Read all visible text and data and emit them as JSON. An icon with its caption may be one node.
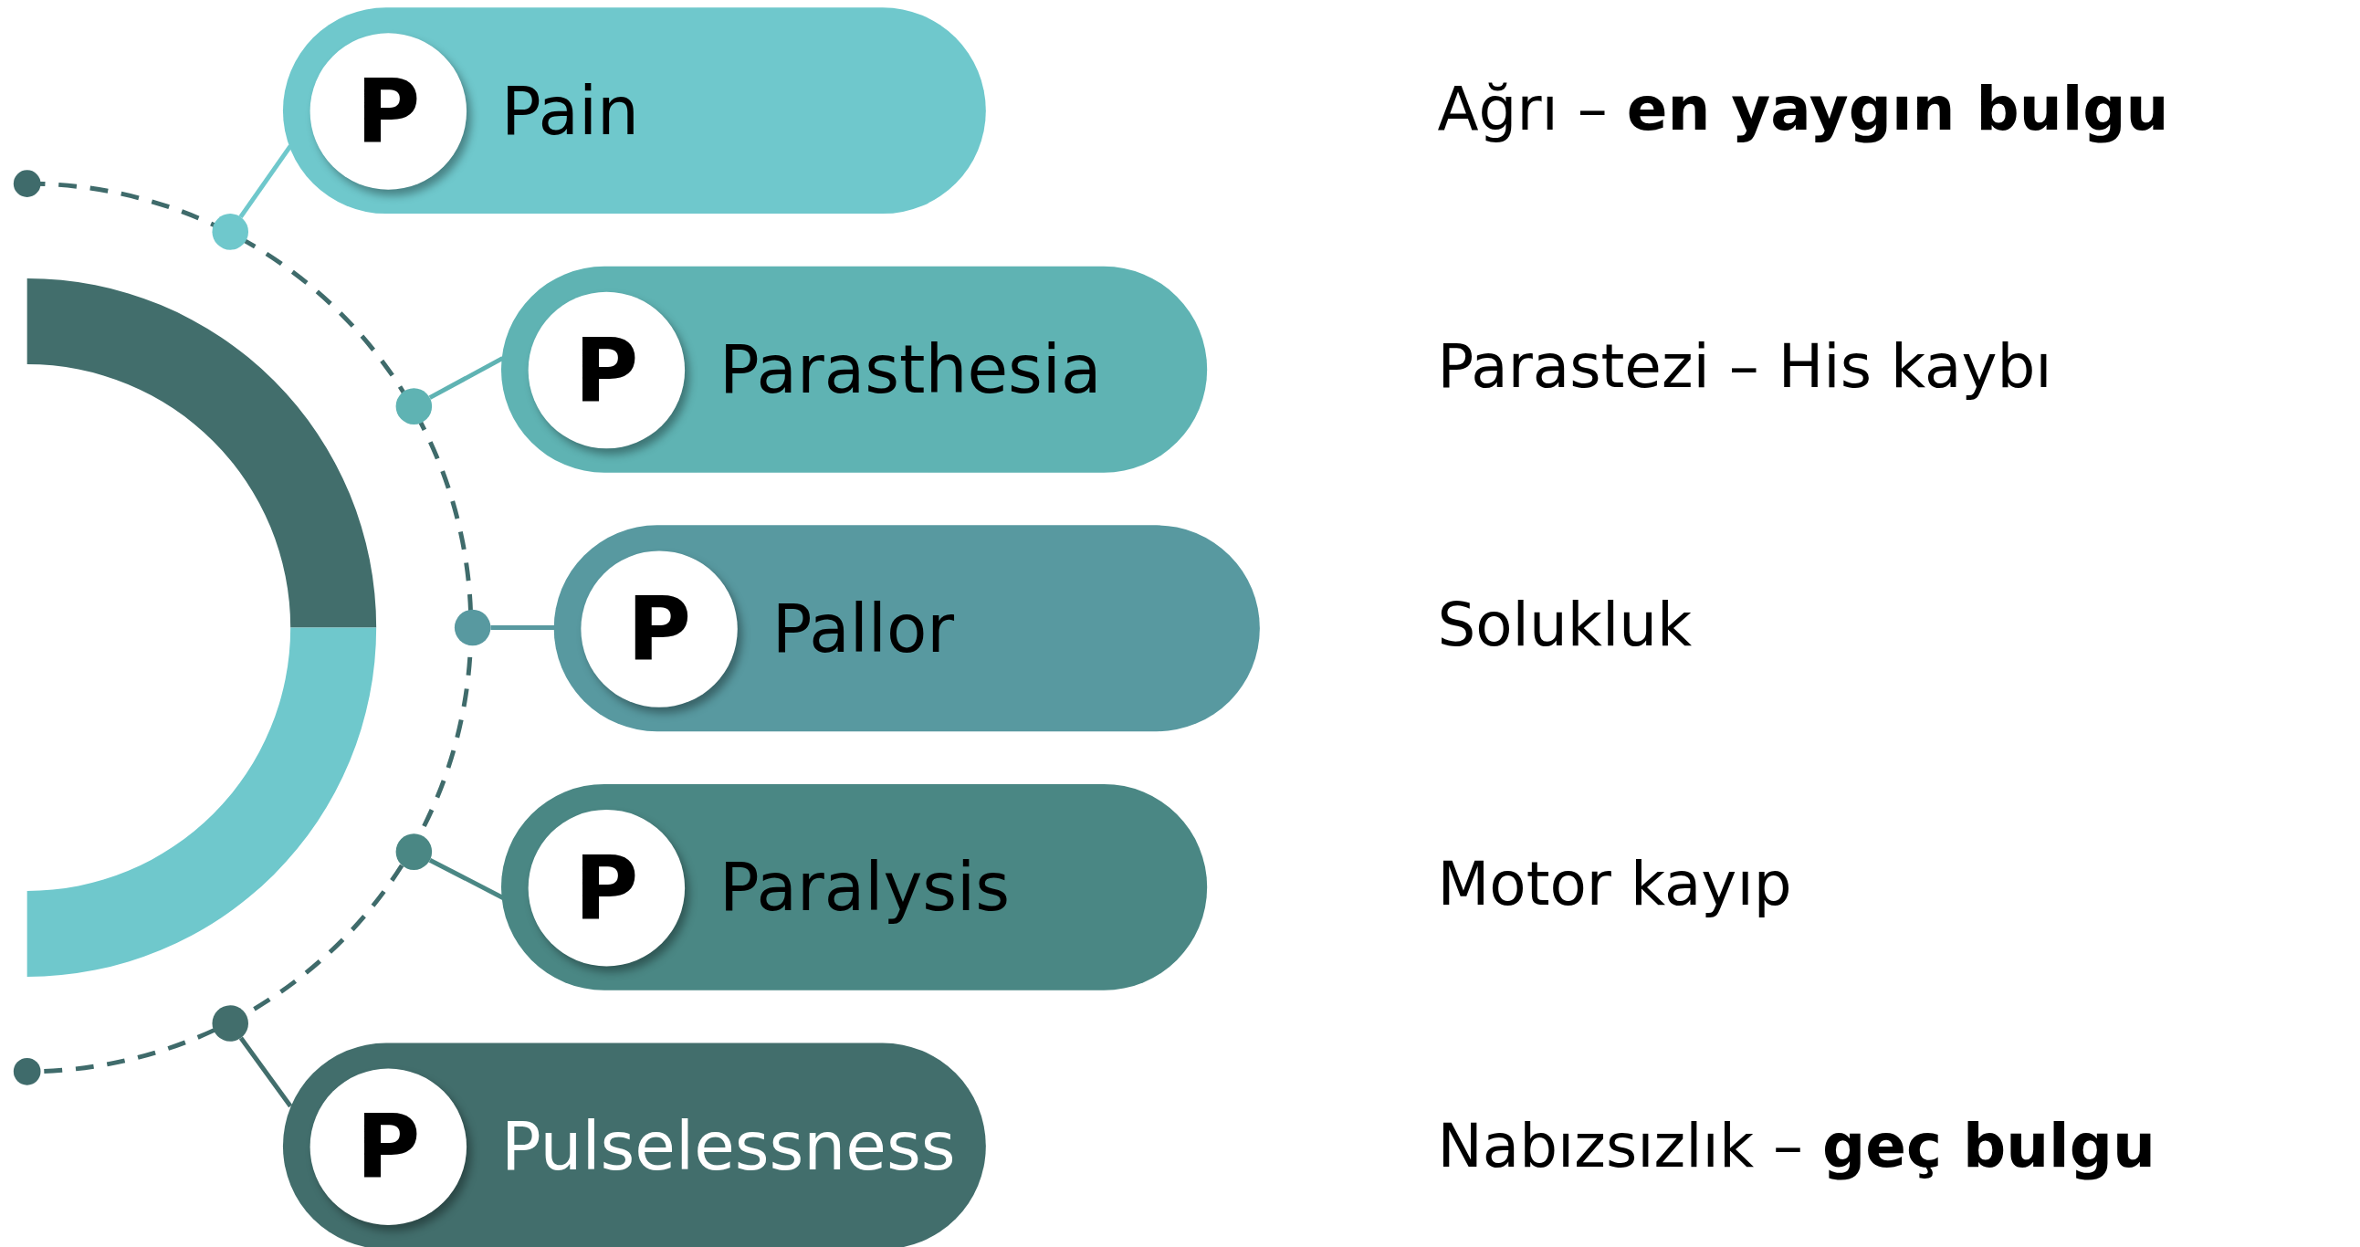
{
  "diagram": {
    "nodes": [
      {
        "text": [
          "Pain"
        ]
      },
      {
        "text": [
          "P"
        ],
        "in": 0
      },
      {
        "text": [
          "Parasthesia"
        ]
      },
      {
        "text": [
          "P"
        ],
        "in": 2
      },
      {
        "text": [
          "Pallor"
        ]
      },
      {
        "text": [
          "P"
        ],
        "in": 4
      },
      {
        "text": [
          "Paralysis"
        ]
      },
      {
        "text": [
          "P"
        ],
        "in": 6
      },
      {
        "text": [
          "Pulselessness"
        ]
      },
      {
        "text": [
          "P"
        ],
        "in": 8
      },
      {
        "text": [],
        "shape": "circle"
      },
      {
        "text": [],
        "shape": "circle"
      },
      {
        "text": [],
        "shape": "circle"
      },
      {
        "text": [],
        "shape": "circle"
      },
      {
        "text": [],
        "shape": "circle"
      }
    ],
    "edges": [
      {
        "from": 10,
        "to": 0,
        "arrow": "none",
        "color": "#6fc8cc"
      },
      {
        "from": 11,
        "to": 2,
        "arrow": "none",
        "color": "#5fb3b3"
      },
      {
        "from": 12,
        "to": 4,
        "arrow": "none",
        "color": "#5899a0"
      },
      {
        "from": 13,
        "to": 6,
        "arrow": "none",
        "color": "#4a8784"
      },
      {
        "from": 14,
        "to": 8,
        "arrow": "none",
        "color": "#426e6c"
      }
    ],
    "labels": [
      "Ağrı – **en yaygın bulgu**",
      "Parastezi – His kaybı",
      "Solukluk",
      "Motor kayıp",
      "Nabızsızlık – **geç bulgu**"
    ]
  }
}
